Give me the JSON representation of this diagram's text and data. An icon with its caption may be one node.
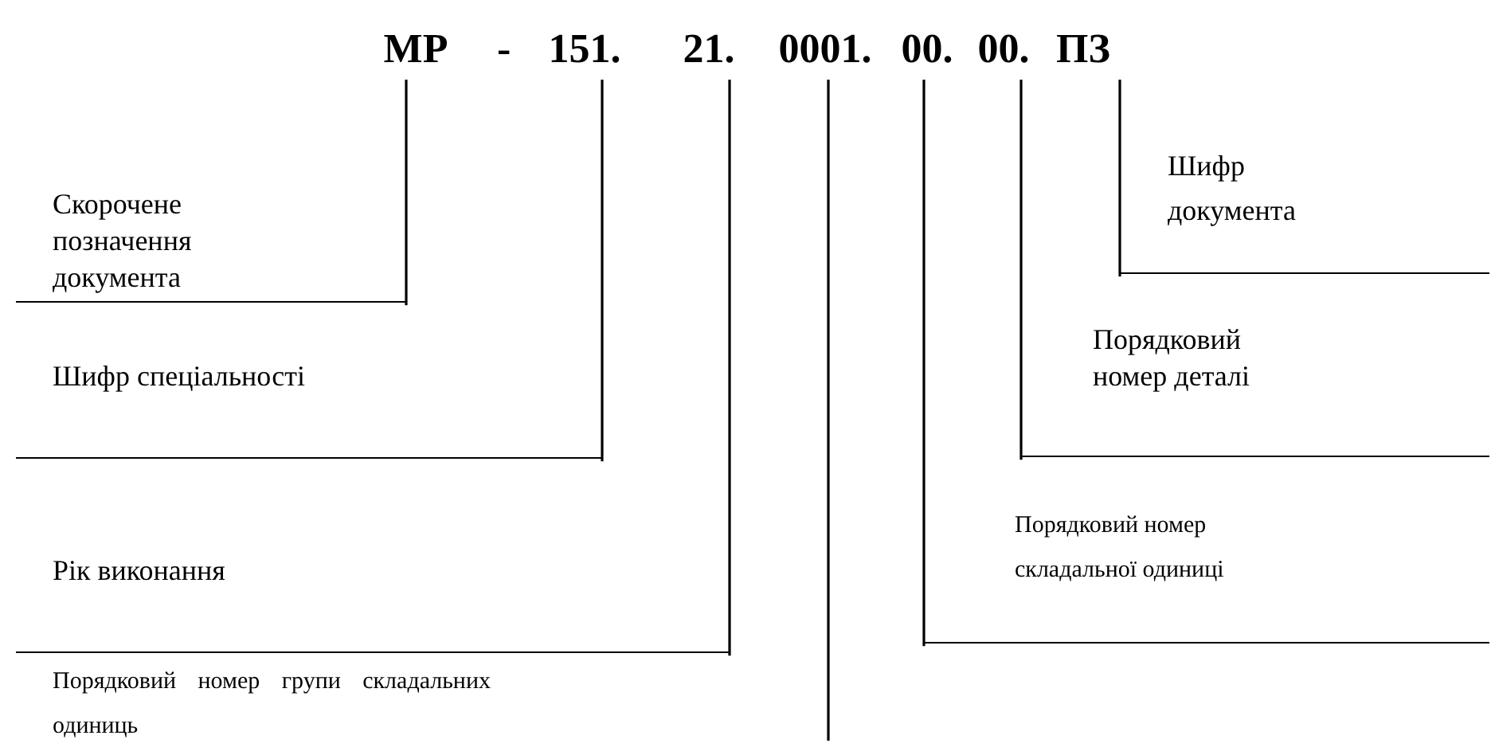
{
  "diagram": {
    "nodes": [
      {
        "text": [
          "МР"
        ]
      },
      {
        "text": [
          "151."
        ]
      },
      {
        "text": [
          "21."
        ]
      },
      {
        "text": [
          "0001."
        ]
      },
      {
        "text": [
          "00."
        ]
      },
      {
        "text": [
          "00."
        ]
      },
      {
        "text": [
          "ПЗ"
        ]
      },
      {
        "text": [
          "Скорочене позначення документа"
        ]
      },
      {
        "text": [
          "Шифр спеціальності"
        ]
      },
      {
        "text": [
          "Рік виконання"
        ]
      },
      {
        "text": [
          "Порядковий номер групи складальних одиниць"
        ]
      },
      {
        "text": [
          "Порядковий номер складальної одиниці"
        ]
      },
      {
        "text": [
          "Порядковий номер деталі"
        ]
      },
      {
        "text": [
          "Шифр документа"
        ]
      }
    ],
    "edges": [
      {
        "from": 0,
        "to": 7,
        "arrow": "none"
      },
      {
        "from": 1,
        "to": 8,
        "arrow": "none"
      },
      {
        "from": 2,
        "to": 9,
        "arrow": "none"
      },
      {
        "from": 3,
        "to": null,
        "arrow": "none"
      },
      {
        "from": 4,
        "to": 11,
        "arrow": "none"
      },
      {
        "from": 5,
        "to": 12,
        "arrow": "none"
      },
      {
        "from": 6,
        "to": 13,
        "arrow": "none"
      }
    ],
    "labels": [
      "-"
    ]
  }
}
